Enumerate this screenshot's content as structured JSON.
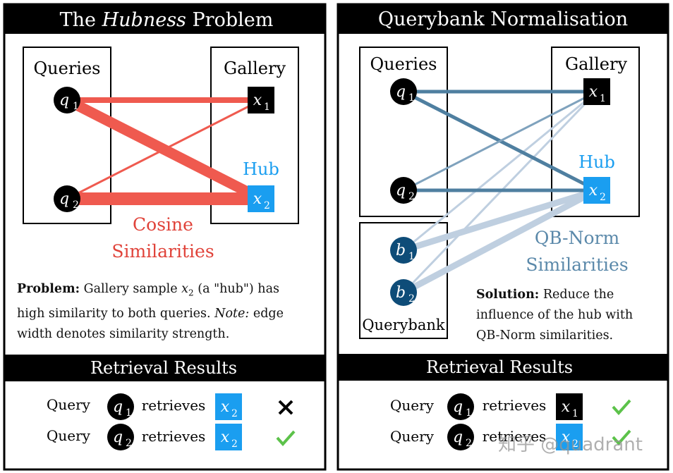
{
  "colors": {
    "red": "#ef5a4f",
    "red_text": "#e0433a",
    "blue_edge": "#4f7fa0",
    "blue_light": "#bfcfe0",
    "blue_text": "#5b89aa",
    "hub_blue": "#1a9ef0",
    "hub_label": "#1a9ef0",
    "bank_node": "#0e4c78",
    "check": "#5cc24a"
  },
  "left": {
    "title_pre": "The",
    "title_em": "Hubness",
    "title_post": "Problem",
    "queries_label": "Queries",
    "gallery_label": "Gallery",
    "hub_label": "Hub",
    "sim_line1": "Cosine",
    "sim_line2": "Similarities",
    "problem_bold": "Problem:",
    "problem_text1": "Gallery sample",
    "problem_var": "x",
    "problem_sub": "2",
    "problem_text2": "(a \"hub\") has",
    "problem_line2a": "high similarity to both queries.",
    "problem_note": "Note:",
    "problem_line2b": "edge",
    "problem_line3": "width denotes similarity strength.",
    "results_title": "Retrieval Results",
    "rows": [
      {
        "query": "Query",
        "q": "q",
        "qsub": "1",
        "verb": "retrieves",
        "x": "x",
        "xsub": "2",
        "status": "cross"
      },
      {
        "query": "Query",
        "q": "q",
        "qsub": "2",
        "verb": "retrieves",
        "x": "x",
        "xsub": "2",
        "status": "check"
      }
    ]
  },
  "right": {
    "title": "Querybank Normalisation",
    "queries_label": "Queries",
    "gallery_label": "Gallery",
    "hub_label": "Hub",
    "querybank_label": "Querybank",
    "sim_line1": "QB-Norm",
    "sim_line2": "Similarities",
    "solution_bold": "Solution:",
    "solution_text1": "Reduce the",
    "solution_line2": "influence of the hub with",
    "solution_line3": "QB-Norm similarities.",
    "results_title": "Retrieval Results",
    "rows": [
      {
        "query": "Query",
        "q": "q",
        "qsub": "1",
        "verb": "retrieves",
        "x": "x",
        "xsub": "1",
        "status": "check"
      },
      {
        "query": "Query",
        "q": "q",
        "qsub": "2",
        "verb": "retrieves",
        "x": "x",
        "xsub": "2",
        "status": "check"
      }
    ]
  },
  "nodes": {
    "q": "q",
    "x": "x",
    "b": "b",
    "s1": "1",
    "s2": "2"
  },
  "watermark": "知乎 @quadrant"
}
